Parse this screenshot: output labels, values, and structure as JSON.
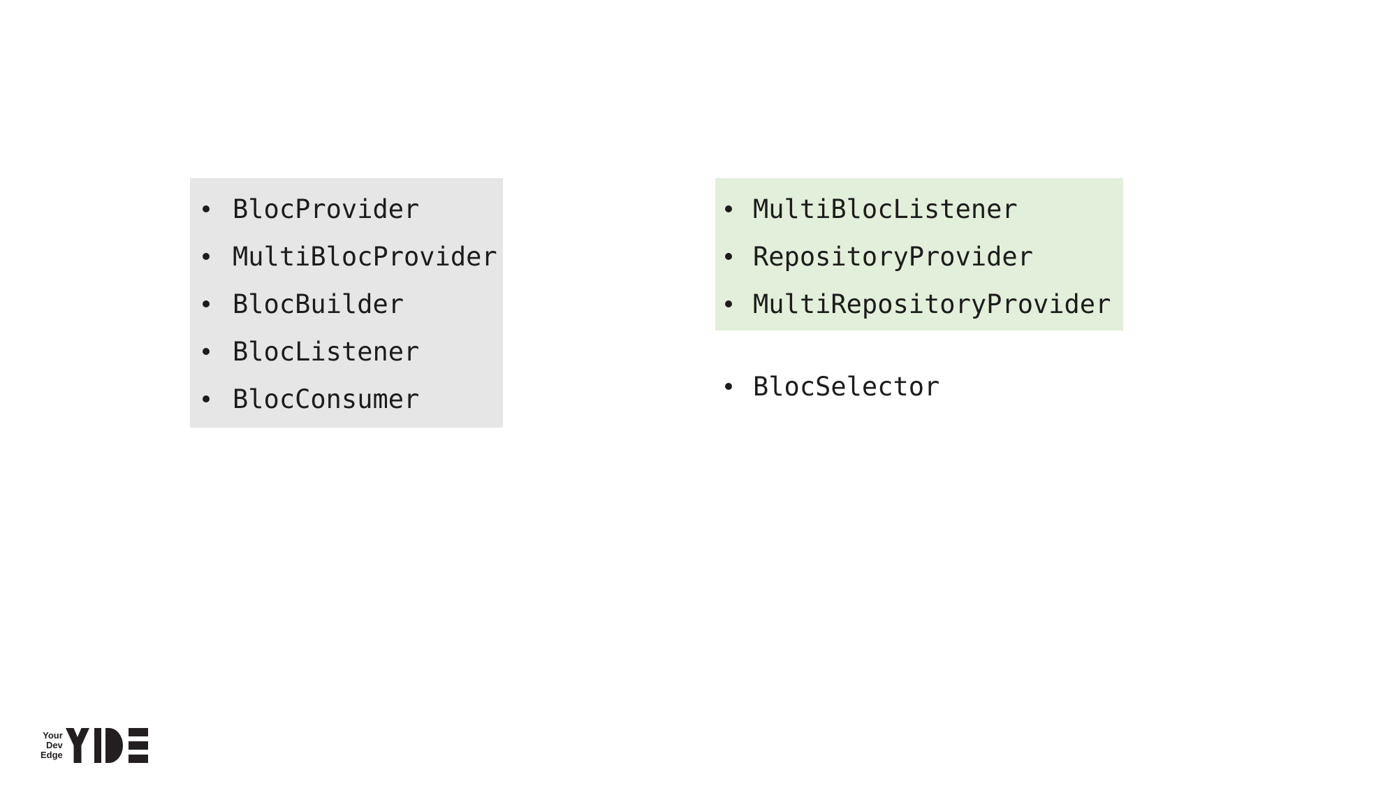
{
  "slide": {
    "background_color": "#ffffff",
    "bloc_widgets_panel": {
      "background_color": "#e7e6e6",
      "items": [
        "BlocProvider",
        "MultiBlocProvider",
        "BlocBuilder",
        "BlocListener",
        "BlocConsumer"
      ]
    },
    "provider_widgets_panel": {
      "background_color": "#e2efda",
      "items": [
        "MultiBlocListener",
        "RepositoryProvider",
        "MultiRepositoryProvider"
      ]
    },
    "standalone_item": "BlocSelector",
    "text_color": "#1c1c1c"
  },
  "logo": {
    "tagline": [
      "Your",
      "Dev",
      "Edge"
    ],
    "monogram": "YDE",
    "color": "#231f20"
  }
}
